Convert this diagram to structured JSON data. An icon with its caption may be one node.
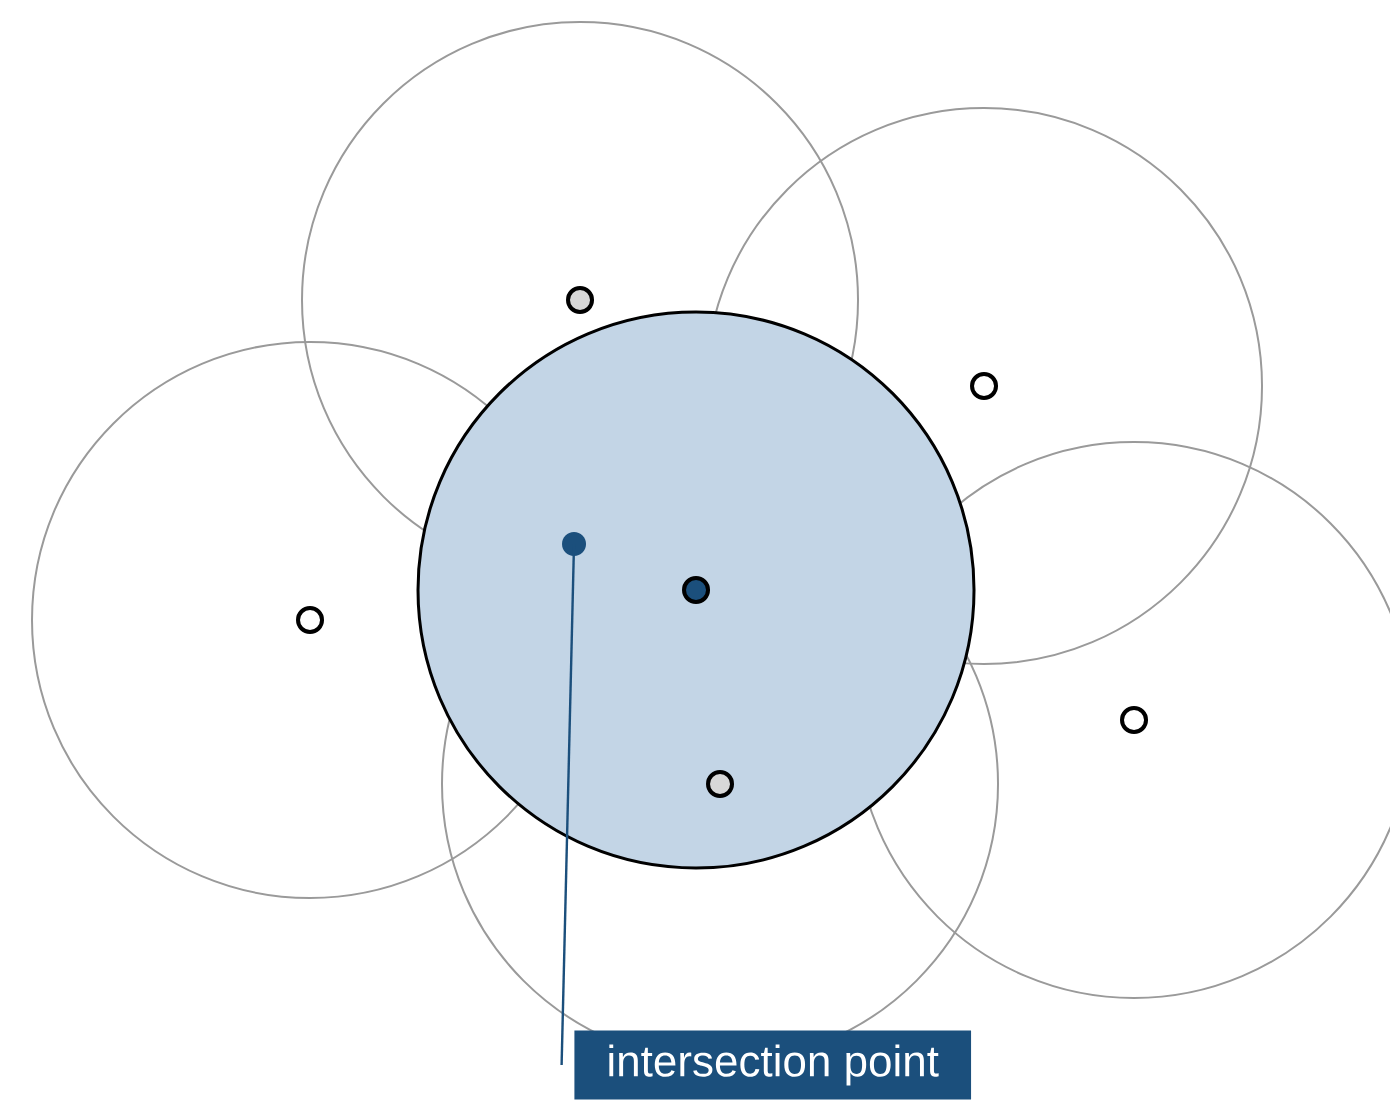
{
  "diagram": {
    "nodes": [
      {
        "text": [
          "intersection point"
        ]
      },
      {
        "text": [],
        "shape": "circle"
      }
    ],
    "edges": [
      {
        "from": 0,
        "to": 1,
        "arrow": "none"
      }
    ]
  }
}
